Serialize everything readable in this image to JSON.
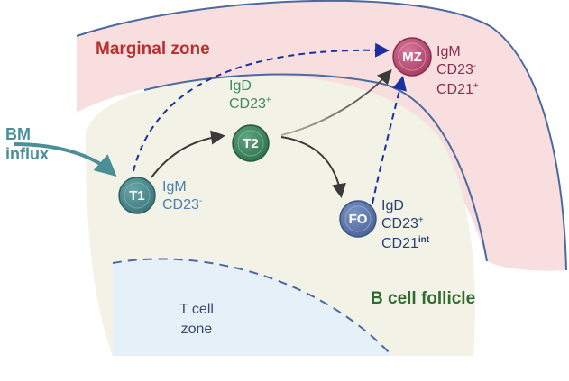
{
  "zones": {
    "marginal": {
      "label": "Marginal zone",
      "color": "#b83030"
    },
    "follicle": {
      "label": "B cell follicle",
      "color": "#2e6b2e"
    },
    "tcell": {
      "line1": "T cell",
      "line2": "zone",
      "color": "#3a4a6a"
    }
  },
  "influx": {
    "line1": "BM",
    "line2": "influx",
    "color": "#4a8f98"
  },
  "cells": {
    "t1": {
      "name": "T1",
      "color": "#4a8b90",
      "markers": {
        "m1": "IgM",
        "m2": "CD23",
        "m2_sup": "-"
      }
    },
    "t2": {
      "name": "T2",
      "color": "#3f8a63",
      "markers": {
        "m1": "IgD",
        "m2": "CD23",
        "m2_sup": "+"
      }
    },
    "fo": {
      "name": "FO",
      "color": "#5a76ab",
      "markers": {
        "m1": "IgD",
        "m2": "CD23",
        "m2_sup": "+",
        "m3": "CD21",
        "m3_sup": "int"
      }
    },
    "mz": {
      "name": "MZ",
      "color": "#c04e75",
      "markers": {
        "m1": "IgM",
        "m2": "CD23",
        "m2_sup": "-",
        "m3": "CD21",
        "m3_sup": "+"
      }
    }
  },
  "colors": {
    "marginal_fill": "#f8dede",
    "follicle_fill": "#f2f3e6",
    "tcell_fill": "#e5f0f8",
    "outline": "#4a6aa0",
    "solid_arrow": "#3a3a3a",
    "dashed_arrow": "#1a30a0"
  }
}
